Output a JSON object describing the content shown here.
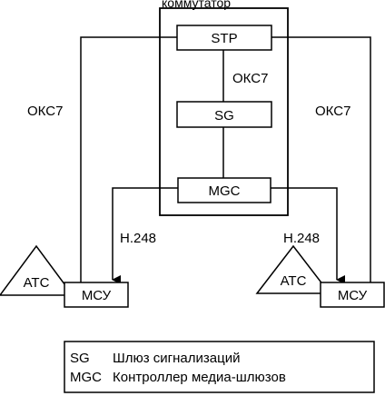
{
  "diagram": {
    "switch_title": "коммутатор",
    "nodes": {
      "stp": "STP",
      "sg": "SG",
      "mgc": "MGC",
      "atc_left": "АТС",
      "mcu_left": "МСУ",
      "atc_right": "АТС",
      "mcu_right": "МСУ"
    },
    "edge_labels": {
      "oks7_left": "ОКС7",
      "oks7_center": "ОКС7",
      "oks7_right": "ОКС7",
      "h248_left": "H.248",
      "h248_right": "H.248"
    }
  },
  "legend": {
    "items": [
      {
        "abbr": "SG",
        "desc": "Шлюз сигнализаций"
      },
      {
        "abbr": "MGC",
        "desc": "Контроллер медиа-шлюзов"
      }
    ]
  }
}
